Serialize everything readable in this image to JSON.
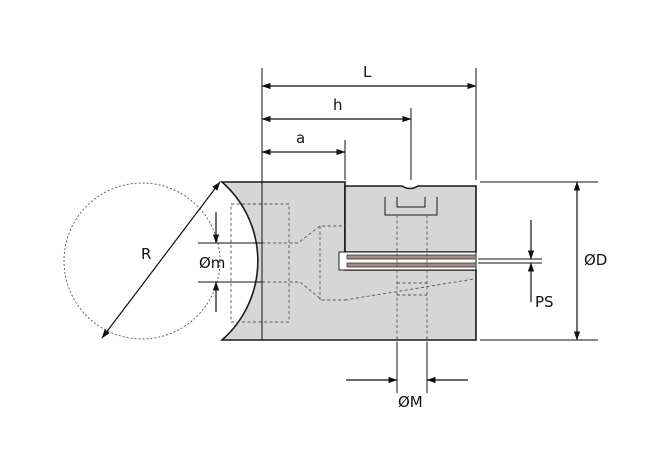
{
  "labels": {
    "L": "L",
    "h": "h",
    "a": "a",
    "R": "R",
    "m": "Øm",
    "D": "ØD",
    "PS": "PS",
    "M": "ØM"
  },
  "colors": {
    "body_fill": "#d6d6d6",
    "outline": "#1a1a1a",
    "pad": "#a88a85",
    "line": "#111111"
  }
}
